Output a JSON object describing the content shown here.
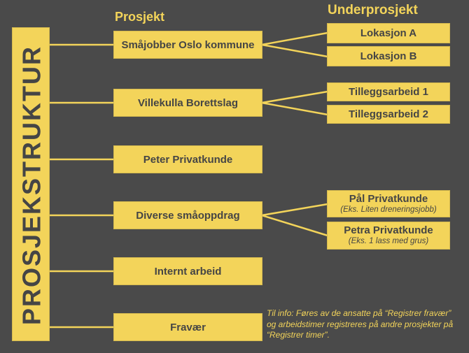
{
  "sidebar": {
    "title": "PROSJEKSTRUKTUR"
  },
  "column_headers": {
    "projects": "Prosjekt",
    "subprojects": "Underprosjekt"
  },
  "projects": [
    {
      "label": "Småjobber Oslo kommune",
      "subprojects": [
        {
          "title": "Lokasjon A",
          "subtitle": ""
        },
        {
          "title": "Lokasjon B",
          "subtitle": ""
        }
      ]
    },
    {
      "label": "Villekulla Borettslag",
      "subprojects": [
        {
          "title": "Tilleggsarbeid 1",
          "subtitle": ""
        },
        {
          "title": "Tilleggsarbeid 2",
          "subtitle": ""
        }
      ]
    },
    {
      "label": "Peter Privatkunde",
      "subprojects": []
    },
    {
      "label": "Diverse småoppdrag",
      "subprojects": [
        {
          "title": "Pål Privatkunde",
          "subtitle": "(Eks. Liten dreneringsjobb)"
        },
        {
          "title": "Petra Privatkunde",
          "subtitle": "(Eks. 1 lass med grus)"
        }
      ]
    },
    {
      "label": "Internt arbeid",
      "subprojects": []
    },
    {
      "label": "Fravær",
      "subprojects": []
    }
  ],
  "note": "Til info: Føres av de ansatte på “Registrer fravær” og arbeidstimer registreres på andre prosjekter på “Registrer timer”.",
  "colors": {
    "background": "#4a4a4a",
    "accent_yellow": "#f3d45a",
    "text_dark": "#454545"
  }
}
